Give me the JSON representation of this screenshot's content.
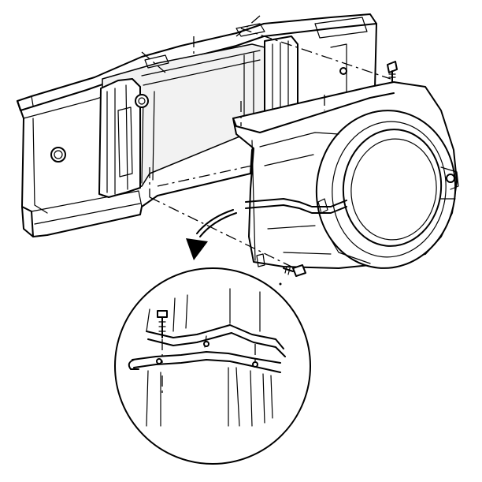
{
  "figure": {
    "background": "#ffffff",
    "line_color": "#000000",
    "components": [
      "radiator-support-frame",
      "fan-shroud",
      "shroud-mounting-bolt",
      "detail-view-inset",
      "detail-arrow"
    ]
  }
}
